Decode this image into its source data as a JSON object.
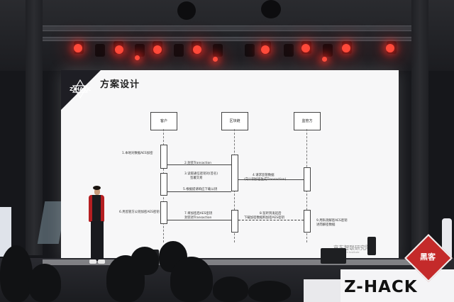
{
  "slide": {
    "logo_text": "Z-HACK",
    "title": "方案设计",
    "watermark": "京东智联研究院",
    "watermark_sub": "JD Research Institute"
  },
  "sequence_diagram": {
    "actors": [
      "客户",
      "区块链",
      "监管方"
    ],
    "messages": [
      "1.本地对数据AES加密",
      "2.封装Transaction",
      "3.读取通信密钥对(签名)",
      "签署交易",
      "4.请求监管数据",
      "(向公钥加密生成Transaction)",
      "5.根据提请响应下载公钥",
      "6.用监管方公钥加密AES密钥",
      "7.将加密后AES密钥",
      "封装进Transaction",
      "8.监听到发起后",
      "下载加密数据和加密AES密钥",
      "9.用私钥解密AES密钥",
      "进而解密数据"
    ]
  },
  "venue": {
    "brand": "Z-HACK",
    "badge": "黑客"
  },
  "colors": {
    "stage_light": "#ff4a3a",
    "speaker_jacket": "#b51f22",
    "badge_red": "#c42a2a"
  }
}
